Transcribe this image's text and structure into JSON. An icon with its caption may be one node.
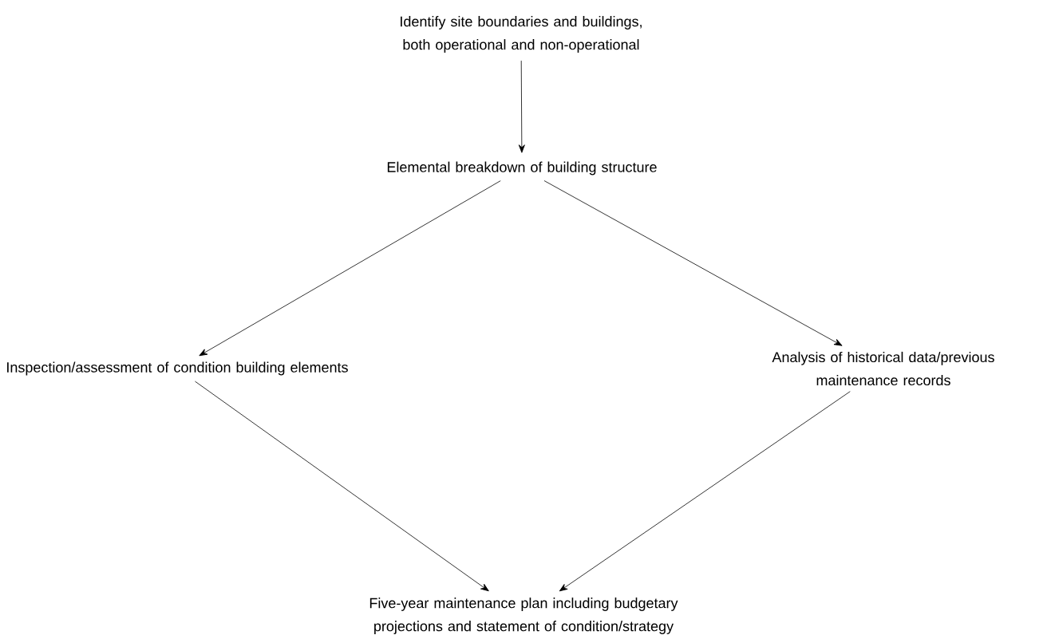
{
  "diagram": {
    "nodes": [
      {
        "text": [
          "Identify site boundaries and buildings, both operational and non-operational"
        ]
      },
      {
        "text": [
          "Elemental breakdown of building structure"
        ]
      },
      {
        "text": [
          "Inspection/assessment of condition building elements"
        ]
      },
      {
        "text": [
          "Analysis of historical data/previous maintenance records"
        ]
      },
      {
        "text": [
          "Five-year maintenance plan including budgetary projections and statement of condition/strategy"
        ]
      }
    ],
    "edges": [
      {
        "from": 0,
        "to": 1,
        "arrow": "to"
      },
      {
        "from": 1,
        "to": 2,
        "arrow": "to"
      },
      {
        "from": 1,
        "to": 3,
        "arrow": "to"
      },
      {
        "from": 2,
        "to": 4,
        "arrow": "to"
      },
      {
        "from": 3,
        "to": 4,
        "arrow": "to"
      }
    ]
  }
}
